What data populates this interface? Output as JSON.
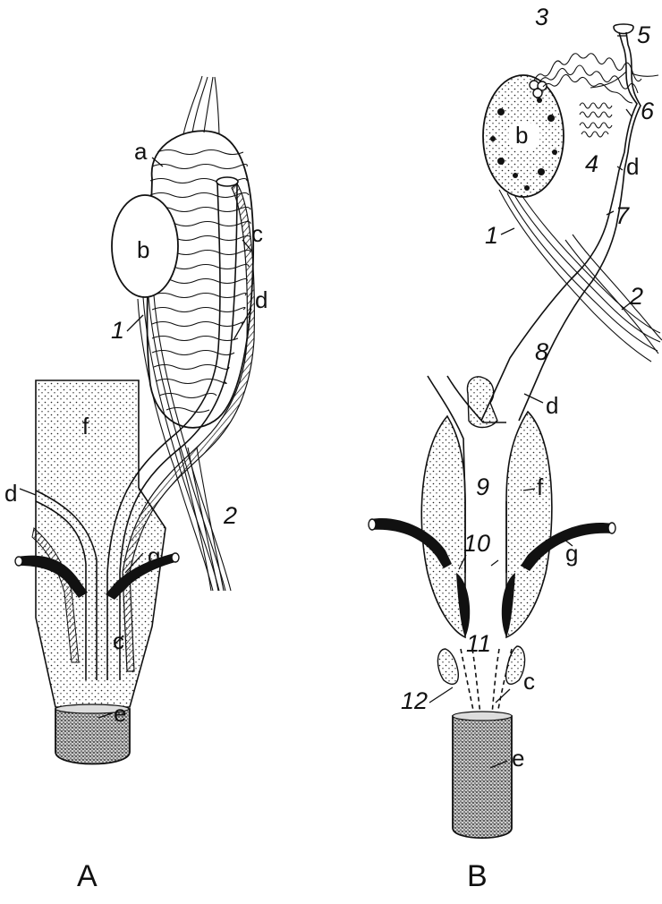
{
  "panel_a": {
    "title": "A",
    "labels": {
      "a": "a",
      "b": "b",
      "c_top": "c",
      "d_top": "d",
      "n1": "1",
      "f": "f",
      "d_left": "d",
      "g": "g",
      "n2": "2",
      "c_bottom": "c",
      "e": "e"
    }
  },
  "panel_b": {
    "title": "B",
    "labels": {
      "n3": "3",
      "n5": "5",
      "n6": "6",
      "b": "b",
      "n4": "4",
      "d_top": "d",
      "n7": "7",
      "n1": "1",
      "n2": "2",
      "n8": "8",
      "d_mid": "d",
      "n9": "9",
      "f": "f",
      "n10": "10",
      "g": "g",
      "n11": "11",
      "c": "c",
      "n12": "12",
      "e": "e"
    }
  }
}
